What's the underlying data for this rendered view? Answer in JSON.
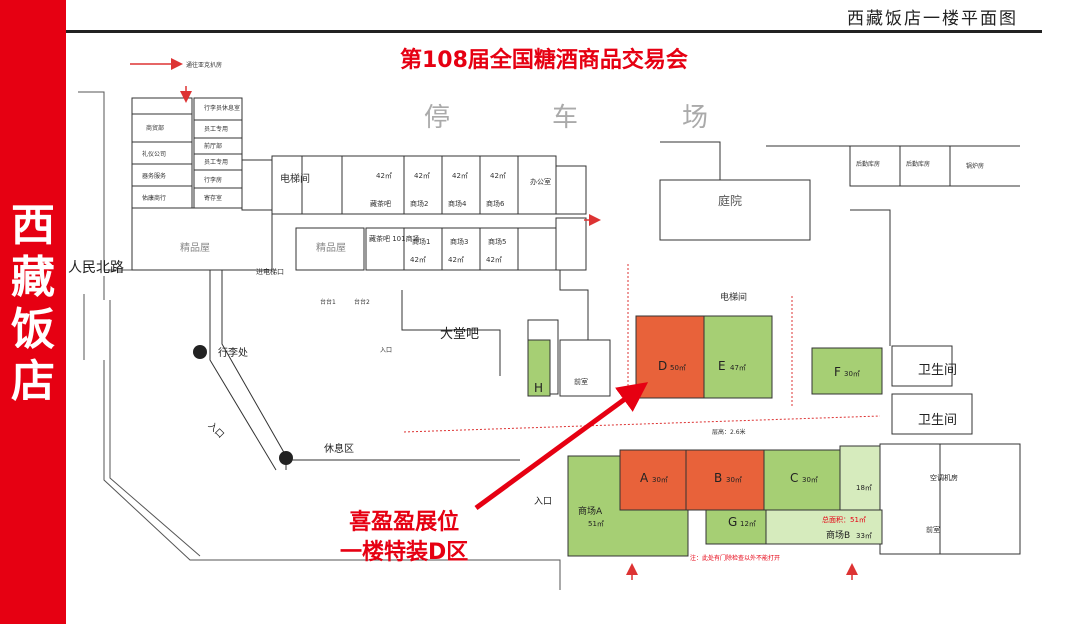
{
  "sidebar": {
    "title": "西藏饭店"
  },
  "header": {
    "title": "西藏饭店一楼平面图",
    "fair_title": "第108届全国糖酒商品交易会"
  },
  "labels": {
    "parking": [
      "停",
      "车",
      "场"
    ],
    "road": "人民北路",
    "tunnel": "通往亚克扒房",
    "courtyard": "庭院",
    "elevator_left": "电梯间",
    "elevator_right": "电梯间",
    "lobby_bar": "大堂吧",
    "luggage": "行李处",
    "rest_area": "休息区",
    "entrance_left": "入口",
    "entrance_lobby": "入口",
    "entrance_main": "入口",
    "elevator_entry": "进电梯口",
    "boutique_1": "精品屋",
    "boutique_2": "精品屋",
    "toilet_1": "卫生间",
    "toilet_2": "卫生间",
    "ac_room": "空调机房",
    "front_room": "前室",
    "front_room_right": "前室",
    "booth_h": "H",
    "desk1": "台台1",
    "desk2": "台台2",
    "clearance": "层高：2.6米",
    "note": "注：此处有门除检查以外不能打开",
    "warehouse_1": "后勤库房",
    "warehouse_2": "后勤库房",
    "boiler": "锅炉房",
    "office": "办公室",
    "tea_bar": "藏茶吧",
    "tea_bar_101": "藏茶吧 101商场",
    "total_area": "总面积：51㎡"
  },
  "left_rooms": [
    "商贸部",
    "礼仪公司",
    "器务服务",
    "佑康商行"
  ],
  "mid_rooms": [
    "行李员休息室",
    "员工专用",
    "前厅部",
    "员工专用",
    "行李房",
    "寄存室"
  ],
  "shops_top": [
    {
      "name": "藏茶吧",
      "area": "42㎡"
    },
    {
      "name": "商场2",
      "area": "42㎡"
    },
    {
      "name": "商场4",
      "area": "42㎡"
    },
    {
      "name": "商场6",
      "area": "42㎡"
    }
  ],
  "shops_bottom": [
    {
      "name": "商场1",
      "area": "42㎡"
    },
    {
      "name": "商场3",
      "area": "42㎡"
    },
    {
      "name": "商场5",
      "area": "42㎡"
    }
  ],
  "zones": {
    "D": {
      "name": "D",
      "area": "50㎡"
    },
    "E": {
      "name": "E",
      "area": "47㎡"
    },
    "F": {
      "name": "F",
      "area": "30㎡"
    },
    "A": {
      "name": "A",
      "area": "30㎡"
    },
    "B": {
      "name": "B",
      "area": "30㎡"
    },
    "C": {
      "name": "C",
      "area": "30㎡"
    },
    "G": {
      "name": "G",
      "area": "12㎡"
    },
    "small": {
      "area": "18㎡"
    },
    "shopA": {
      "name": "商场A",
      "area": "51㎡"
    },
    "shopB": {
      "name": "商场B",
      "area": "33㎡"
    }
  },
  "callout": {
    "line1": "喜盈盈展位",
    "line2": "一楼特装D区"
  },
  "colors": {
    "brand_red": "#e60012",
    "highlight": "#e8623a",
    "zone_green": "#a6cf74",
    "zone_light": "#d6ebbd"
  }
}
